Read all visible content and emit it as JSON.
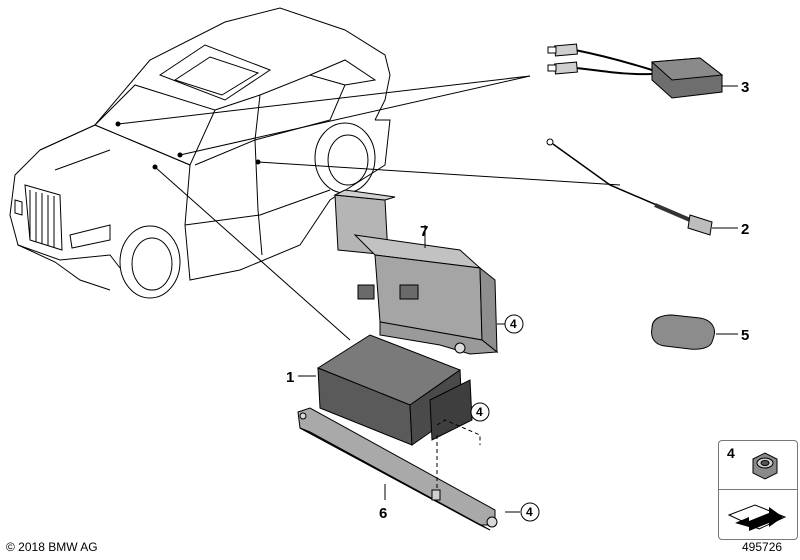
{
  "callouts": {
    "c1": "1",
    "c2": "2",
    "c3": "3",
    "c4": "4",
    "c5": "5",
    "c6": "6",
    "c7": "7"
  },
  "inset": {
    "part_number": "4"
  },
  "footer": {
    "copyright": "© 2018 BMW AG",
    "diagram_id": "495726"
  },
  "colors": {
    "line": "#000000",
    "part_fill": "#6e6e6e",
    "part_dark": "#4a4a4a",
    "bracket_fill": "#a9a9a9",
    "pad_fill": "#8c8c8c"
  }
}
